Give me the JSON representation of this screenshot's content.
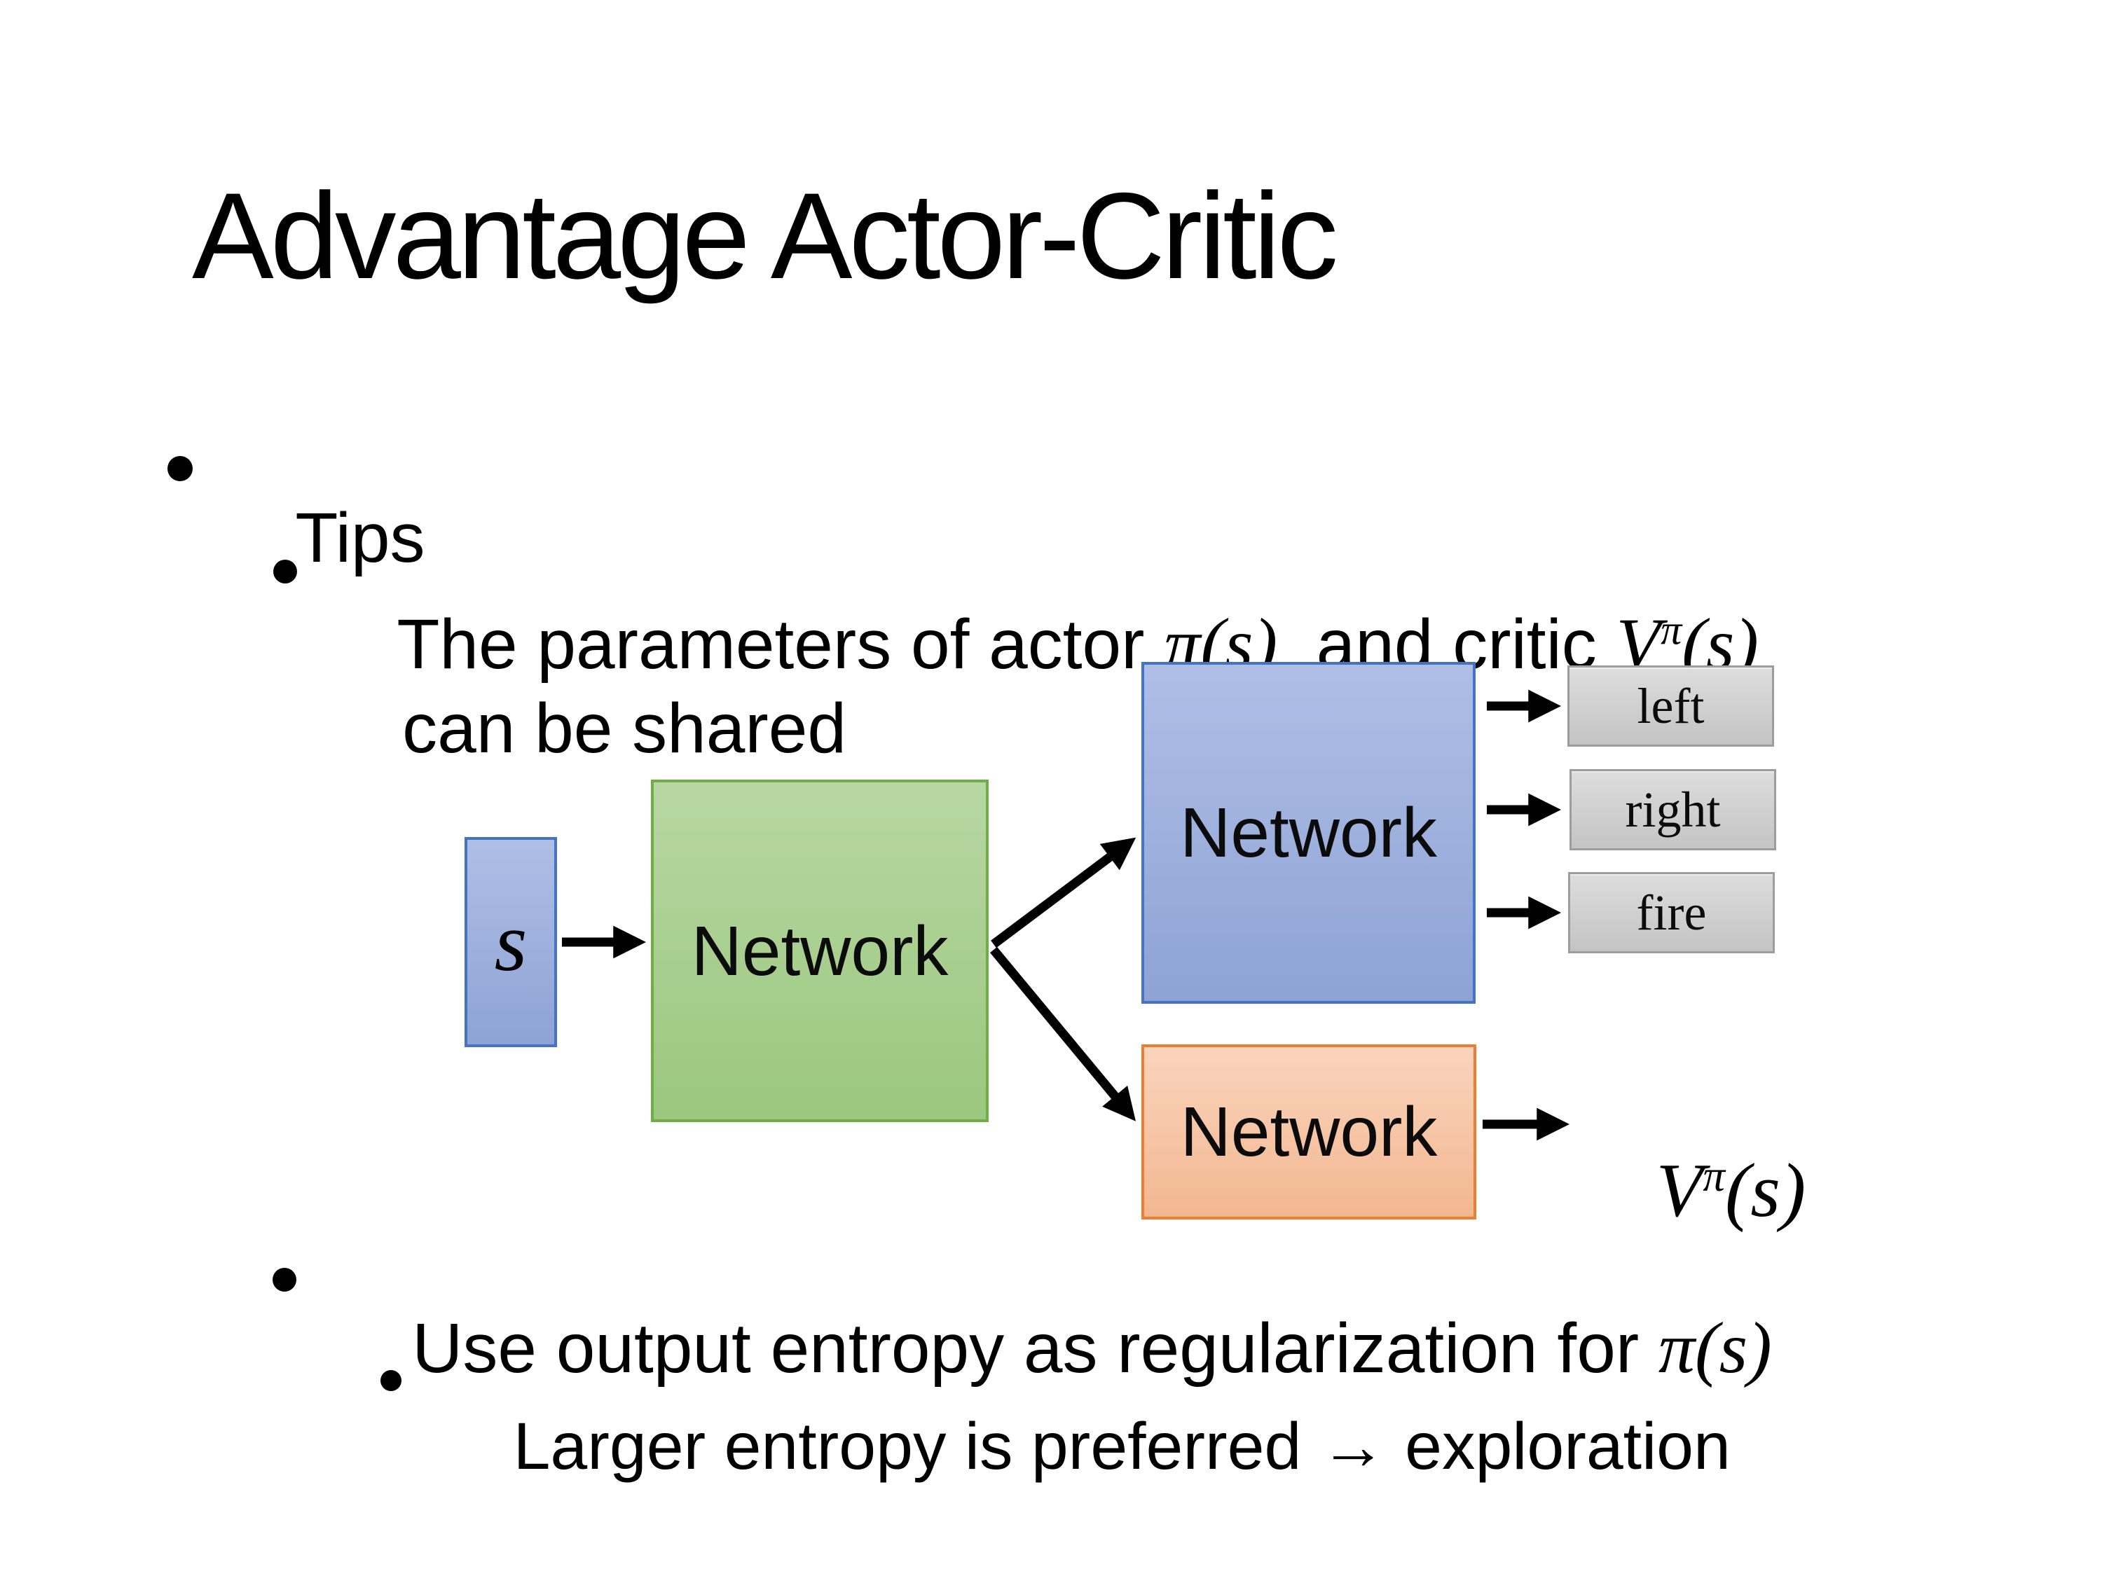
{
  "slide": {
    "title": "Advantage Actor-Critic"
  },
  "bullets": {
    "tips": "Tips",
    "params": {
      "t1": "The parameters of actor ",
      "m1": "π(s)",
      "t2": "  and critic ",
      "v": "V",
      "vsup": "π",
      "vargs": "(s)",
      "t3": "can be shared"
    },
    "entropy": {
      "t1": "Use output entropy as regularization for ",
      "m1": "π(s)"
    },
    "exploration": "Larger entropy is preferred → exploration"
  },
  "diagram": {
    "state_label": "s",
    "shared_network_label": "Network",
    "actor_network_label": "Network",
    "critic_network_label": "Network",
    "actions": [
      "left",
      "right",
      "fire"
    ],
    "critic_output": {
      "v": "V",
      "sup": "π",
      "args": "(s)"
    },
    "colors": {
      "state_fill_top": "#AFBEE6",
      "state_fill_bottom": "#8EA3D4",
      "state_border": "#4472C4",
      "shared_fill_top": "#B7D7A3",
      "shared_fill_bottom": "#9BC77E",
      "shared_border": "#70AD47",
      "actor_fill_top": "#AFBEE6",
      "actor_fill_bottom": "#8EA3D4",
      "actor_border": "#4472C4",
      "critic_fill_top": "#FAD4BC",
      "critic_fill_bottom": "#F2B791",
      "critic_border": "#ED7D31",
      "action_fill_top": "#DDDDDD",
      "action_fill_bottom": "#C4C4C4",
      "action_border": "#9D9D9D",
      "arrow": "#000000",
      "text": "#000000"
    }
  }
}
